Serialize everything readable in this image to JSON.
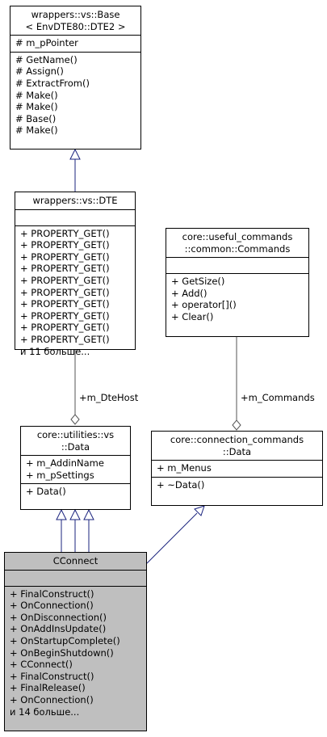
{
  "classes": {
    "base": {
      "title": [
        "wrappers::vs::Base",
        "< EnvDTE80::DTE2 >"
      ],
      "attributes": [
        "# m_pPointer"
      ],
      "methods": [
        "# GetName()",
        "# Assign()",
        "# ExtractFrom()",
        "# Make()",
        "# Make()",
        "# Base()",
        "# Make()"
      ]
    },
    "dte": {
      "title": [
        "wrappers::vs::DTE"
      ],
      "attributes": [],
      "methods": [
        "+ PROPERTY_GET()",
        "+ PROPERTY_GET()",
        "+ PROPERTY_GET()",
        "+ PROPERTY_GET()",
        "+ PROPERTY_GET()",
        "+ PROPERTY_GET()",
        "+ PROPERTY_GET()",
        "+ PROPERTY_GET()",
        "+ PROPERTY_GET()",
        "+ PROPERTY_GET()",
        "и 11 больше..."
      ]
    },
    "commands": {
      "title": [
        "core::useful_commands",
        "::common::Commands"
      ],
      "attributes": [],
      "methods": [
        "+ GetSize()",
        "+ Add()",
        "+ operator[]()",
        "+ Clear()"
      ]
    },
    "vsdata": {
      "title": [
        "core::utilities::vs",
        "::Data"
      ],
      "attributes": [
        "+ m_AddinName",
        "+ m_pSettings"
      ],
      "methods": [
        "+ Data()"
      ]
    },
    "conndata": {
      "title": [
        "core::connection_commands",
        "::Data"
      ],
      "attributes": [
        "+ m_Menus"
      ],
      "methods": [
        "+ ~Data()"
      ]
    },
    "cconnect": {
      "title": [
        "CConnect"
      ],
      "attributes": [],
      "methods": [
        "+ FinalConstruct()",
        "+ OnConnection()",
        "+ OnDisconnection()",
        "+ OnAddInsUpdate()",
        "+ OnStartupComplete()",
        "+ OnBeginShutdown()",
        "+ CConnect()",
        "+ FinalConstruct()",
        "+ FinalRelease()",
        "+ OnConnection()",
        "и 14 больше..."
      ]
    }
  },
  "edge_labels": {
    "dte_host": "+m_DteHost",
    "commands": "+m_Commands"
  },
  "colors": {
    "inheritance": "#1a237e",
    "composition": "#555555",
    "selected_fill": "#bfbfbf"
  }
}
